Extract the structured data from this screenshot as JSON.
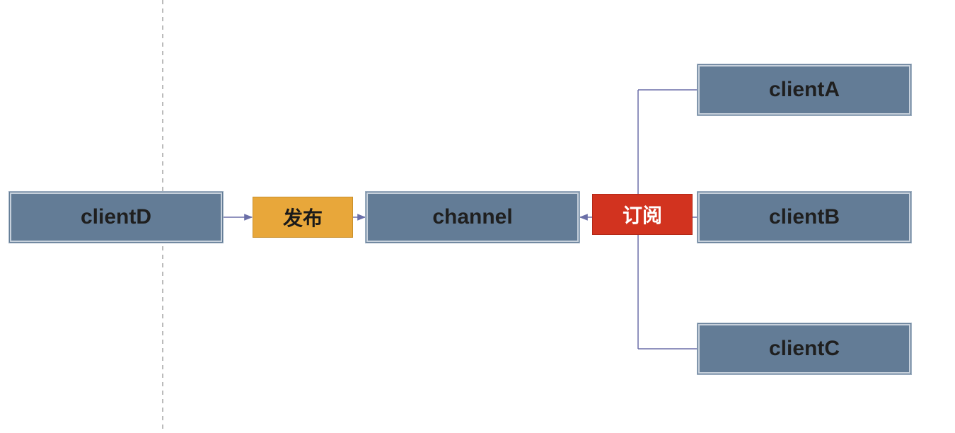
{
  "nodes": {
    "client_d": "clientD",
    "channel": "channel",
    "client_a": "clientA",
    "client_b": "clientB",
    "client_c": "clientC",
    "publish": "发布",
    "subscribe": "订阅"
  },
  "colors": {
    "client_fill": "#637c96",
    "publish_fill": "#e8a73a",
    "subscribe_fill": "#d2331f",
    "connector": "#6b6fa8",
    "divider": "#bbbbbb"
  }
}
